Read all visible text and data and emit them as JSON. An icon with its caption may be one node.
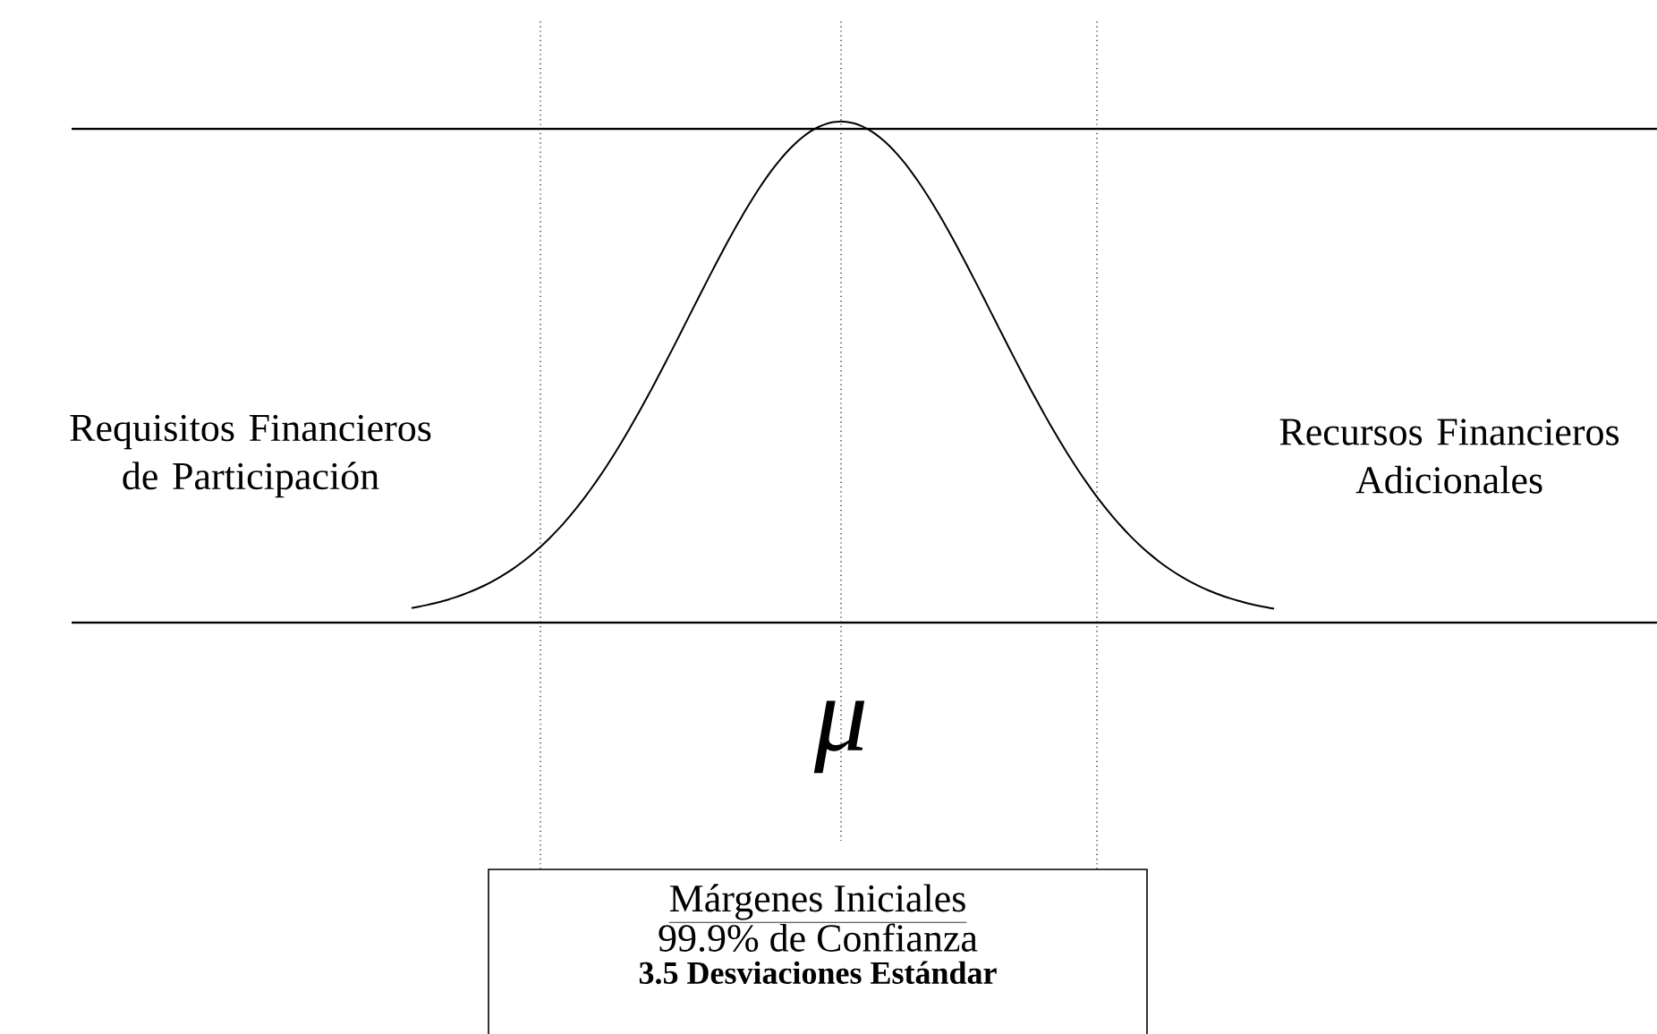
{
  "diagram": {
    "nodes": [
      {
        "text": [
          "Márgenes Iniciales",
          "99.9% de Confianza",
          "3.5 Desviaciones Estándar"
        ]
      }
    ],
    "labels": [
      "Requisitos Financieros de Participación",
      "Recursos Financieros Adicionales",
      "μ"
    ]
  }
}
